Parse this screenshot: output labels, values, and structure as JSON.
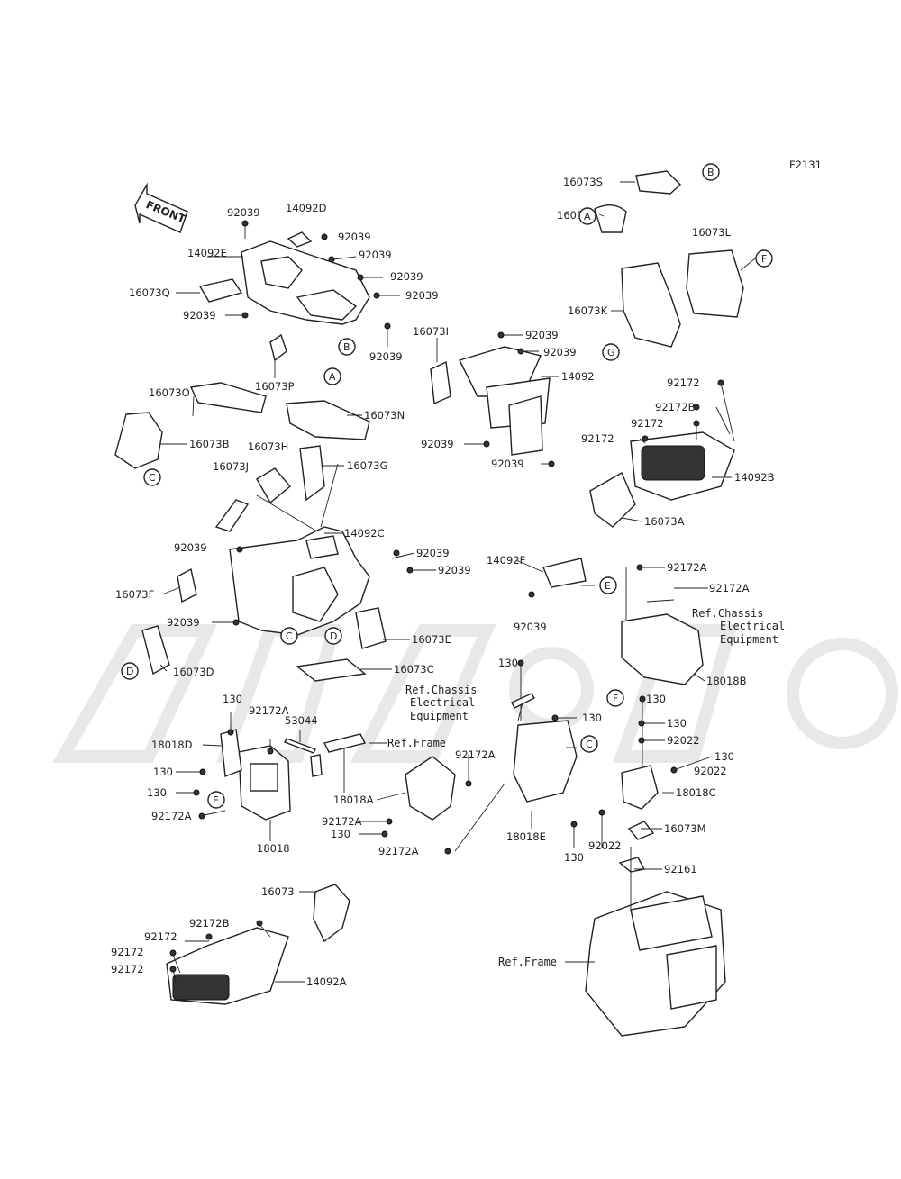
{
  "figure_code": "F2131",
  "front_arrow_label": "FRONT",
  "labels": {
    "l_92039_a": "92039",
    "l_14092d": "14092D",
    "l_92039_b": "92039",
    "l_92039_c": "92039",
    "l_14092e": "14092E",
    "l_92039_d": "92039",
    "l_92039_e": "92039",
    "l_16073q": "16073Q",
    "l_92039_f": "92039",
    "l_92039_g": "92039",
    "l_16073p": "16073P",
    "l_16073o": "16073O",
    "l_16073n": "16073N",
    "l_16073b": "16073B",
    "l_16073h": "16073H",
    "l_16073j": "16073J",
    "l_16073g": "16073G",
    "l_14092c": "14092C",
    "l_92039_h": "92039",
    "l_92039_i": "92039",
    "l_92039_j": "92039",
    "l_16073f": "16073F",
    "l_92039_k": "92039",
    "l_16073e": "16073E",
    "l_16073d": "16073D",
    "l_16073c": "16073C",
    "l_16073s": "16073S",
    "l_16073r": "16073R",
    "l_16073l": "16073L",
    "l_16073k": "16073K",
    "l_16073i": "16073I",
    "l_92039_l": "92039",
    "l_92039_m": "92039",
    "l_14092": "14092",
    "l_92039_n": "92039",
    "l_92039_o": "92039",
    "l_92172_a": "92172",
    "l_92172b_a": "92172B",
    "l_92172_b": "92172",
    "l_92172_c": "92172",
    "l_14092b": "14092B",
    "l_16073a": "16073A",
    "l_14092f": "14092F",
    "l_92039_p": "92039",
    "l_92172a_a": "92172A",
    "l_92172a_b": "92172A",
    "l_18018b": "18018B",
    "l_130_a": "130",
    "l_130_b": "130",
    "l_130_c": "130",
    "l_130_d": "130",
    "l_92022_a": "92022",
    "l_130_e": "130",
    "l_92022_b": "92022",
    "l_18018c": "18018C",
    "l_16073m": "16073M",
    "l_130_f": "130",
    "l_92022_c": "92022",
    "l_92161": "92161",
    "l_18018e": "18018E",
    "l_130_g": "130",
    "l_92172a_c": "92172A",
    "l_53044": "53044",
    "l_18018d": "18018D",
    "l_130_h": "130",
    "l_130_i": "130",
    "l_92172a_d": "92172A",
    "l_18018": "18018",
    "l_18018a": "18018A",
    "l_92172a_e": "92172A",
    "l_130_j": "130",
    "l_92172a_f": "92172A",
    "l_92172a_g": "92172A",
    "l_16073": "16073",
    "l_92172b_b": "92172B",
    "l_92172_d": "92172",
    "l_92172_e": "92172",
    "l_92172_f": "92172",
    "l_14092a": "14092A"
  },
  "references": {
    "ref_chassis_1": [
      "Ref.Chassis",
      "Electrical",
      "Equipment"
    ],
    "ref_chassis_2": [
      "Ref.Chassis",
      "Electrical",
      "Equipment"
    ],
    "ref_frame_1": "Ref.Frame",
    "ref_frame_2": "Ref.Frame"
  },
  "callouts": {
    "c_b1": "B",
    "c_a1": "A",
    "c_f1": "F",
    "c_g1": "G",
    "c_b2": "B",
    "c_a2": "A",
    "c_c1": "C",
    "c_c2": "C",
    "c_d1": "D",
    "c_d2": "D",
    "c_e1": "E",
    "c_f2": "F",
    "c_c3": "C",
    "c_e2": "E"
  }
}
